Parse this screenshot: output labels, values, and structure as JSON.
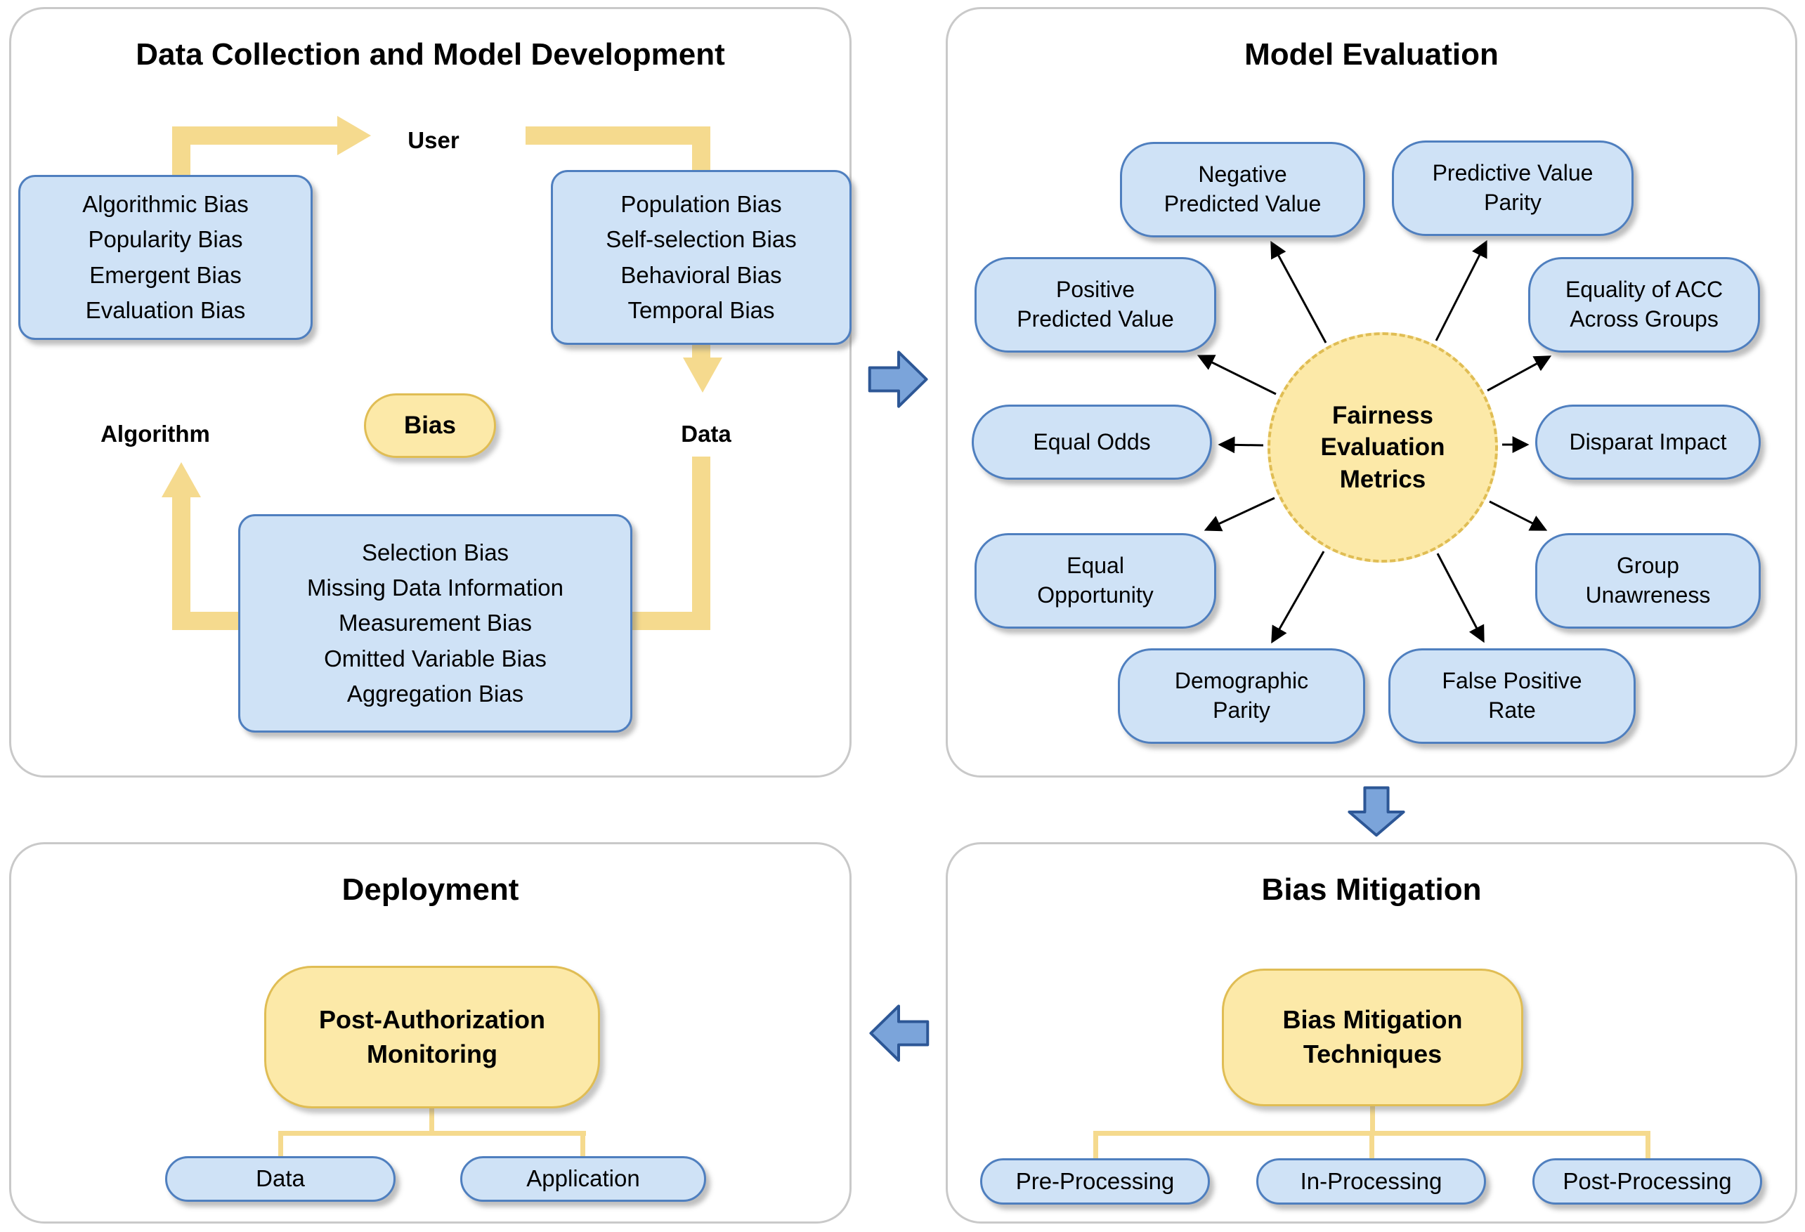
{
  "colors": {
    "blue_box_fill": "#cfe2f6",
    "blue_box_border": "#4f7fbf",
    "yellow_fill": "#fce9a8",
    "yellow_border": "#e0bd54",
    "flow_line_yellow": "#f5da8e",
    "block_arrow_fill": "#7ba4da",
    "block_arrow_border": "#2d5796",
    "panel_border": "#c9c9c9"
  },
  "data_collection": {
    "title": "Data Collection and Model Development",
    "user_label": "User",
    "algorithm_label": "Algorithm",
    "data_label": "Data",
    "bias_label": "Bias",
    "algorithm_biases": [
      "Algorithmic Bias",
      "Popularity Bias",
      "Emergent Bias",
      "Evaluation Bias"
    ],
    "user_biases": [
      "Population Bias",
      "Self-selection Bias",
      "Behavioral Bias",
      "Temporal Bias"
    ],
    "data_biases": [
      "Selection Bias",
      "Missing Data Information",
      "Measurement Bias",
      "Omitted Variable Bias",
      "Aggregation Bias"
    ]
  },
  "model_evaluation": {
    "title": "Model Evaluation",
    "center_label": "Fairness Evaluation Metrics",
    "metrics": {
      "negative_predicted_value": "Negative Predicted Value",
      "predictive_value_parity": "Predictive Value Parity",
      "positive_predicted_value": "Positive Predicted Value",
      "equality_of_acc_across_groups": "Equality of ACC Across Groups",
      "equal_odds": "Equal Odds",
      "disparat_impact": "Disparat Impact",
      "equal_opportunity": "Equal Opportunity",
      "group_unawreness": "Group Unawreness",
      "demographic_parity": "Demographic Parity",
      "false_positive_rate": "False Positive Rate"
    }
  },
  "bias_mitigation": {
    "title": "Bias Mitigation",
    "root_label": "Bias Mitigation Techniques",
    "techniques": [
      "Pre-Processing",
      "In-Processing",
      "Post-Processing"
    ]
  },
  "deployment": {
    "title": "Deployment",
    "root_label": "Post-Authorization Monitoring",
    "targets": [
      "Data",
      "Application"
    ]
  }
}
